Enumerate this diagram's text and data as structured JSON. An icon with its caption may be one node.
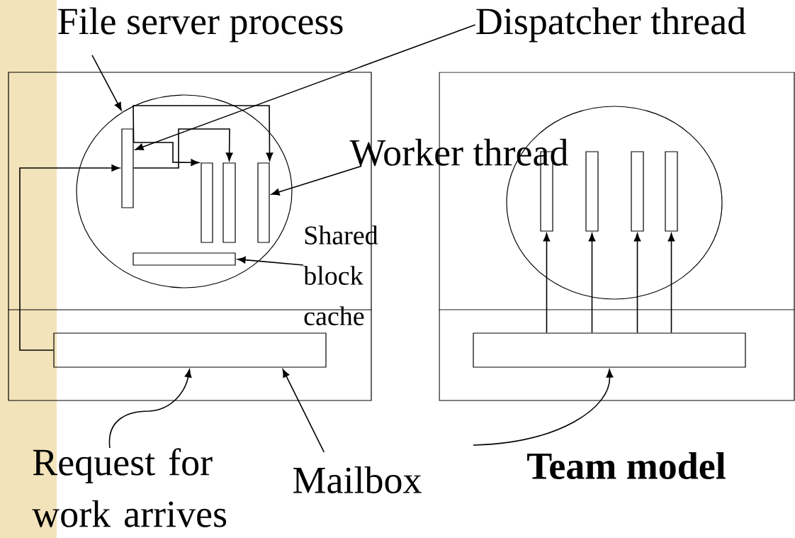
{
  "diagram": {
    "nodes": [
      {
        "text": [
          "File server process"
        ]
      },
      {
        "text": [
          "Dispatcher thread"
        ]
      },
      {
        "text": [],
        "shape": "box"
      },
      {
        "text": [],
        "shape": "ellipse",
        "in": 2
      },
      {
        "text": [],
        "shape": "bar",
        "in": 3
      },
      {
        "text": [],
        "shape": "bar",
        "in": 3
      },
      {
        "text": [],
        "shape": "bar",
        "in": 3
      },
      {
        "text": [],
        "shape": "bar",
        "in": 3
      },
      {
        "text": [
          "Worker thread"
        ]
      },
      {
        "text": [],
        "shape": "bar",
        "in": 3
      },
      {
        "text": [
          "Shared block cache"
        ]
      },
      {
        "text": [],
        "shape": "bar",
        "in": 2
      },
      {
        "text": [],
        "shape": "box"
      },
      {
        "text": [],
        "shape": "ellipse",
        "in": 12
      },
      {
        "text": [],
        "shape": "bar",
        "in": 13
      },
      {
        "text": [],
        "shape": "bar",
        "in": 13
      },
      {
        "text": [],
        "shape": "bar",
        "in": 13
      },
      {
        "text": [],
        "shape": "bar",
        "in": 13
      },
      {
        "text": [],
        "shape": "bar",
        "in": 12
      },
      {
        "text": [
          "Request for work arrives"
        ]
      },
      {
        "text": [
          "Mailbox"
        ]
      }
    ],
    "edges": [
      {
        "from": 0,
        "to": 3,
        "arrow": "to"
      },
      {
        "from": 1,
        "to": 4,
        "arrow": "to"
      },
      {
        "from": 8,
        "to": 7,
        "arrow": "to"
      },
      {
        "from": 10,
        "to": 9,
        "arrow": "to"
      },
      {
        "from": 11,
        "to": 4,
        "arrow": "to"
      },
      {
        "from": 4,
        "to": 5,
        "arrow": "to"
      },
      {
        "from": 4,
        "to": 6,
        "arrow": "to"
      },
      {
        "from": 4,
        "to": 7,
        "arrow": "to"
      },
      {
        "from": 19,
        "to": 11,
        "arrow": "to"
      },
      {
        "from": 20,
        "to": 11,
        "arrow": "to"
      },
      {
        "from": null,
        "to": 18,
        "arrow": "to"
      },
      {
        "from": 18,
        "to": 14,
        "arrow": "to"
      },
      {
        "from": 18,
        "to": 15,
        "arrow": "to"
      },
      {
        "from": 18,
        "to": 16,
        "arrow": "to"
      },
      {
        "from": 18,
        "to": 17,
        "arrow": "to"
      }
    ],
    "labels": [
      "Team model"
    ]
  }
}
